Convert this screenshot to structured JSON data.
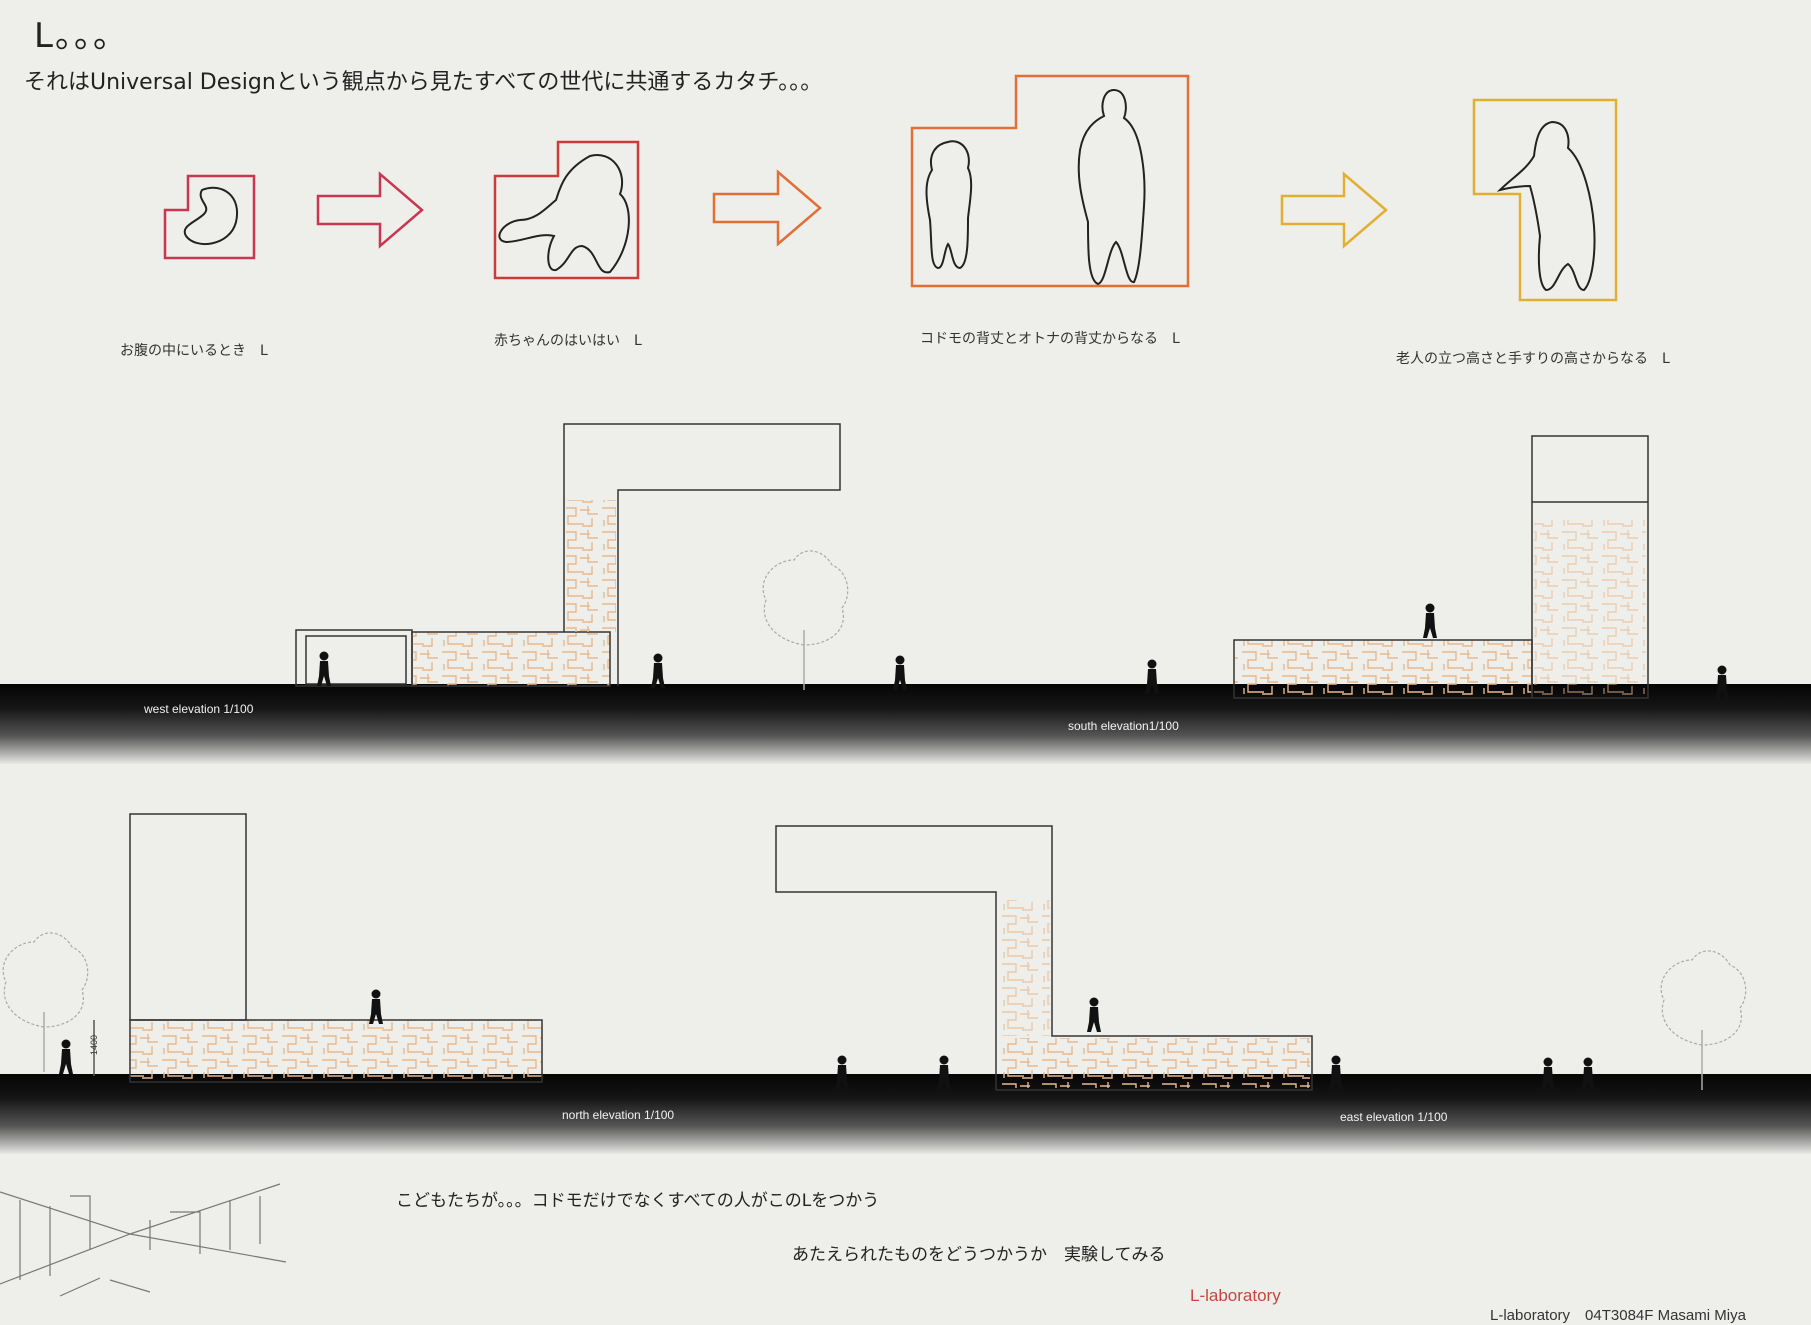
{
  "header": {
    "title": "L。。。",
    "subtitle": "それはUniversal Designという観点から見たすべての世代に共通するカタチ。。。"
  },
  "stages": [
    {
      "caption": "お腹の中にいるとき　L",
      "color": "#c8364f"
    },
    {
      "caption": "赤ちゃんのはいはい　L",
      "color": "#cc3b3b"
    },
    {
      "caption": "コドモの背丈とオトナの背丈からなる　L",
      "color": "#e07038"
    },
    {
      "caption": "老人の立つ高さと手すりの高さからなる　L",
      "color": "#e0b030"
    }
  ],
  "elevations": {
    "west": "west elevation 1/100",
    "south": "south elevation1/100",
    "north": "north elevation 1/100",
    "east": "east elevation 1/100",
    "dimension": "1400"
  },
  "footer": {
    "line1": "こどもたちが。。。コドモだけでなくすべての人がこのLをつかう",
    "line2": "あたえられたものをどうつかうか　実験してみる",
    "lab": "L-laboratory",
    "credits": "L-laboratory　04T3084F Masami Miya"
  },
  "colors": {
    "pattern": "#e8b98e",
    "ink": "#222222"
  }
}
